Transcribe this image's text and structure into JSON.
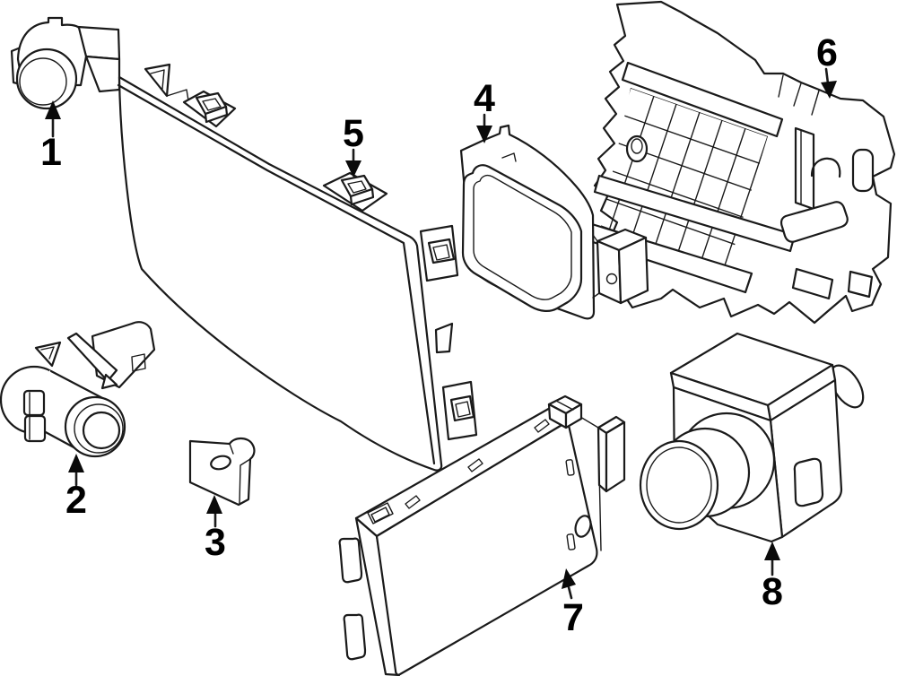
{
  "colors": {
    "line": "#1a1a1a",
    "label": "#000000",
    "background": "#ffffff"
  },
  "callouts": [
    {
      "label": "1"
    },
    {
      "label": "2"
    },
    {
      "label": "3"
    },
    {
      "label": "4"
    },
    {
      "label": "5"
    },
    {
      "label": "6"
    },
    {
      "label": "7"
    },
    {
      "label": "8"
    }
  ]
}
